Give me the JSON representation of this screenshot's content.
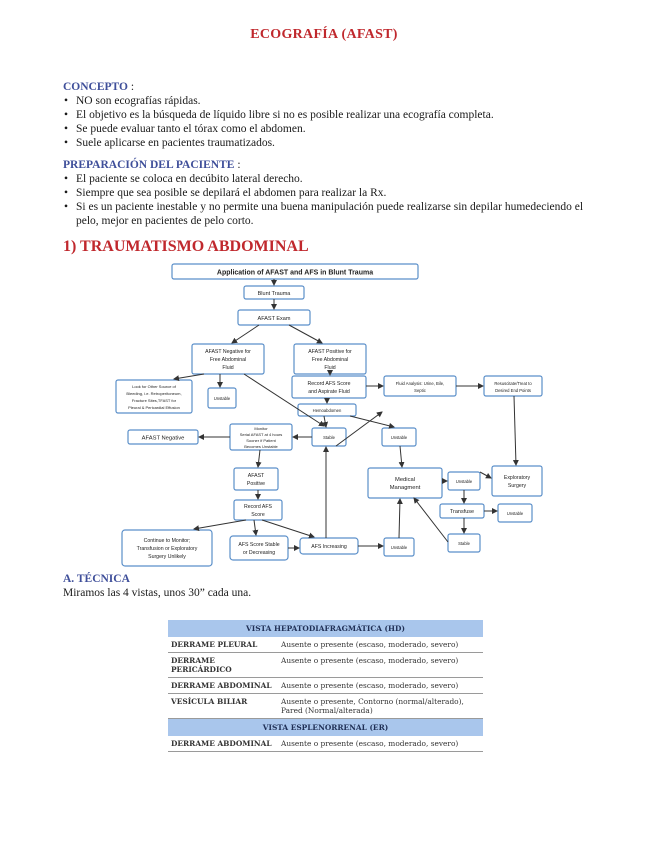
{
  "title": "ECOGRAFÍA (AFAST)",
  "concepto": {
    "heading": "CONCEPTO",
    "items": [
      "NO son ecografías rápidas.",
      "El objetivo es la búsqueda de líquido libre si no es posible realizar una ecografía completa.",
      "Se puede evaluar tanto el tórax como el abdomen.",
      "Suele aplicarse en pacientes traumatizados."
    ]
  },
  "preparacion": {
    "heading": "PREPARACIÓN DEL PACIENTE",
    "items": [
      "El paciente se coloca en decúbito lateral derecho.",
      "Siempre que sea posible se depilará el abdomen para realizar la Rx.",
      "Si es un paciente inestable y no permite una buena manipulación puede realizarse sin depilar humedeciendo el pelo, mejor en pacientes de pelo corto."
    ]
  },
  "section1": "1) TRAUMATISMO ABDOMINAL",
  "flowchart": {
    "title": "Application of AFAST and AFS in Blunt Trauma",
    "blunt_trauma": "Blunt Trauma",
    "afast_exam": "AFAST Exam",
    "neg_fluid": [
      "AFAST Negative for",
      "Free Abdominal",
      "Fluid"
    ],
    "pos_fluid": [
      "AFAST Positive for",
      "Free Abdominal",
      "Fluid"
    ],
    "look_other": [
      "Look for Other Source of",
      "Bleeding, i.e. Retroperitoneum,",
      "Fracture Sites,TFAST for",
      "Pleural & Pericardial Effusion"
    ],
    "unstable": "Unstable",
    "record_afs": [
      "Record AFS Score",
      "and Aspirate Fluid"
    ],
    "fluid_analysis": [
      "Fluid Analysis: Urine, Bile,",
      "Septic"
    ],
    "resuscitate": [
      "Resuscitate/Treat to",
      "Desired End Points"
    ],
    "hemoabdomen": "Hemoabdomen",
    "afast_negative": "AFAST Negative",
    "monitor": [
      "Monitor",
      "Serial AFAST at 4 hours",
      "Sooner if Patient",
      "Becomes Unstable"
    ],
    "stable": "Stable",
    "afast_positive": [
      "AFAST",
      "Positive"
    ],
    "record_afs2": [
      "Record AFS",
      "Score"
    ],
    "medical": [
      "Medical",
      "Managment"
    ],
    "exploratory": [
      "Exploratory",
      "Surgery"
    ],
    "transfuse": "Transfuse",
    "continue_monitor": [
      "Continue to Monitor;",
      "Transfusion or Exploratory",
      "Surgery Unlikely"
    ],
    "afs_stable": [
      "AFS Score Stable",
      "or Decreasing"
    ],
    "afs_increasing": "AFS Increasing"
  },
  "tecnica": {
    "label": "A. TÉCNICA",
    "text": "Miramos las 4 vistas, unos 30” cada una."
  },
  "table": {
    "header1": "VISTA HEPATODIAFRAGMÁTICA (HD)",
    "rows1": [
      {
        "k": "DERRAME PLEURAL",
        "v": "Ausente o presente (escaso, moderado, severo)"
      },
      {
        "k": "DERRAME PERICÁRDICO",
        "v": "Ausente o presente (escaso, moderado, severo)"
      },
      {
        "k": "DERRAME ABDOMINAL",
        "v": "Ausente o presente (escaso, moderado, severo)"
      },
      {
        "k": "VESÍCULA BILIAR",
        "v": "Ausente o presente, Contorno (normal/alterado), Pared (Normal/alterada)"
      }
    ],
    "header2": "VISTA ESPLENORRENAL (ER)",
    "rows2": [
      {
        "k": "DERRAME ABDOMINAL",
        "v": "Ausente o presente (escaso, moderado, severo)"
      }
    ]
  }
}
